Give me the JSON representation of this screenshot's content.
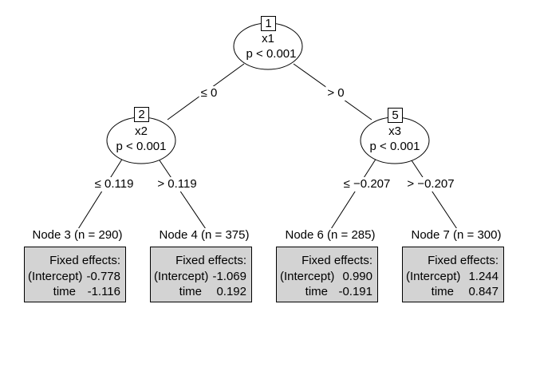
{
  "tree": {
    "inner_nodes": [
      {
        "id": "1",
        "variable": "x1",
        "p": "p < 0.001"
      },
      {
        "id": "2",
        "variable": "x2",
        "p": "p < 0.001"
      },
      {
        "id": "5",
        "variable": "x3",
        "p": "p < 0.001"
      }
    ],
    "edges": [
      {
        "from": "1",
        "to": "2",
        "label": "≤ 0"
      },
      {
        "from": "1",
        "to": "5",
        "label": "> 0"
      },
      {
        "from": "2",
        "to": "3",
        "label": "≤ 0.119"
      },
      {
        "from": "2",
        "to": "4",
        "label": "> 0.119"
      },
      {
        "from": "5",
        "to": "6",
        "label": "≤ −0.207"
      },
      {
        "from": "5",
        "to": "7",
        "label": "> −0.207"
      }
    ],
    "leaves": [
      {
        "id": "3",
        "title": "Node 3 (n = 290)",
        "heading": "Fixed effects:",
        "rows": [
          {
            "term": "(Intercept)",
            "value": "-0.778"
          },
          {
            "term": "time",
            "value": "-1.116"
          }
        ]
      },
      {
        "id": "4",
        "title": "Node 4 (n = 375)",
        "heading": "Fixed effects:",
        "rows": [
          {
            "term": "(Intercept)",
            "value": "-1.069"
          },
          {
            "term": "time",
            "value": "0.192"
          }
        ]
      },
      {
        "id": "6",
        "title": "Node 6 (n = 285)",
        "heading": "Fixed effects:",
        "rows": [
          {
            "term": "(Intercept)",
            "value": "0.990"
          },
          {
            "term": "time",
            "value": "-0.191"
          }
        ]
      },
      {
        "id": "7",
        "title": "Node 7 (n = 300)",
        "heading": "Fixed effects:",
        "rows": [
          {
            "term": "(Intercept)",
            "value": "1.244"
          },
          {
            "term": "time",
            "value": "0.847"
          }
        ]
      }
    ]
  }
}
